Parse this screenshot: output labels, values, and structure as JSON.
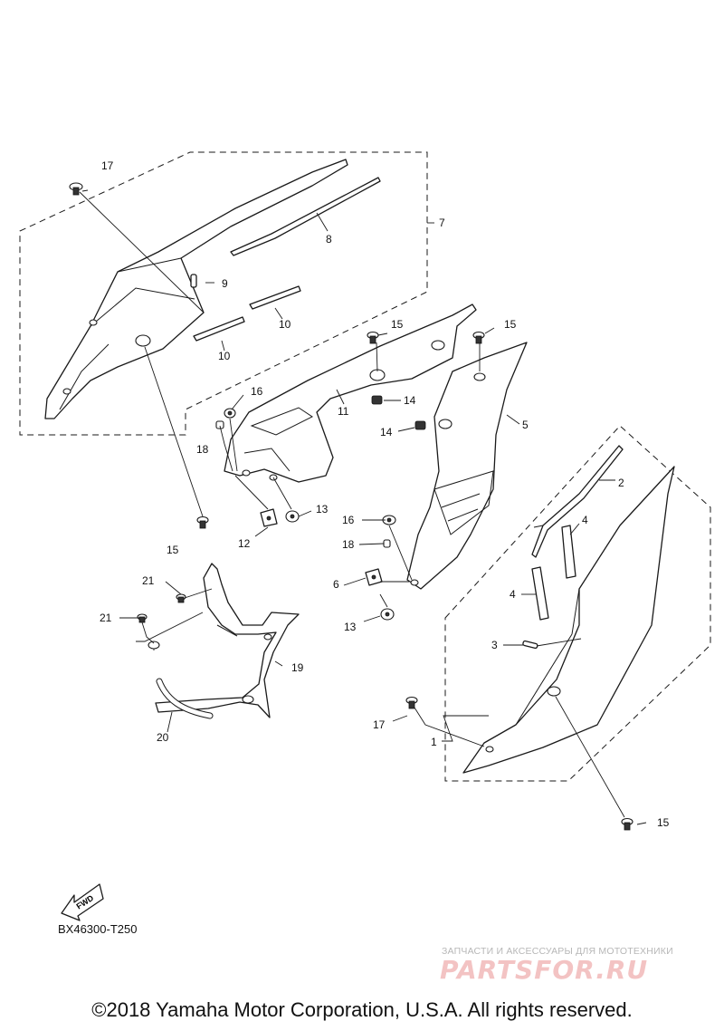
{
  "diagram": {
    "callouts": [
      "1",
      "2",
      "3",
      "4",
      "4",
      "5",
      "6",
      "7",
      "8",
      "9",
      "10",
      "10",
      "11",
      "12",
      "13",
      "13",
      "14",
      "14",
      "15",
      "15",
      "15",
      "15",
      "15",
      "16",
      "16",
      "17",
      "17",
      "18",
      "18",
      "19",
      "20",
      "21",
      "21"
    ],
    "fwd_label": "FWD",
    "drawing_code": "BX46300-T250",
    "copyright": "©2018 Yamaha Motor Corporation, U.S.A. All rights reserved."
  },
  "watermark": {
    "caption": "ЗАПЧАСТИ И АКСЕССУАРЫ ДЛЯ МОТОТЕХНИКИ",
    "logo": "PARTSFOR.RU",
    "color": "#f3c3c3"
  }
}
